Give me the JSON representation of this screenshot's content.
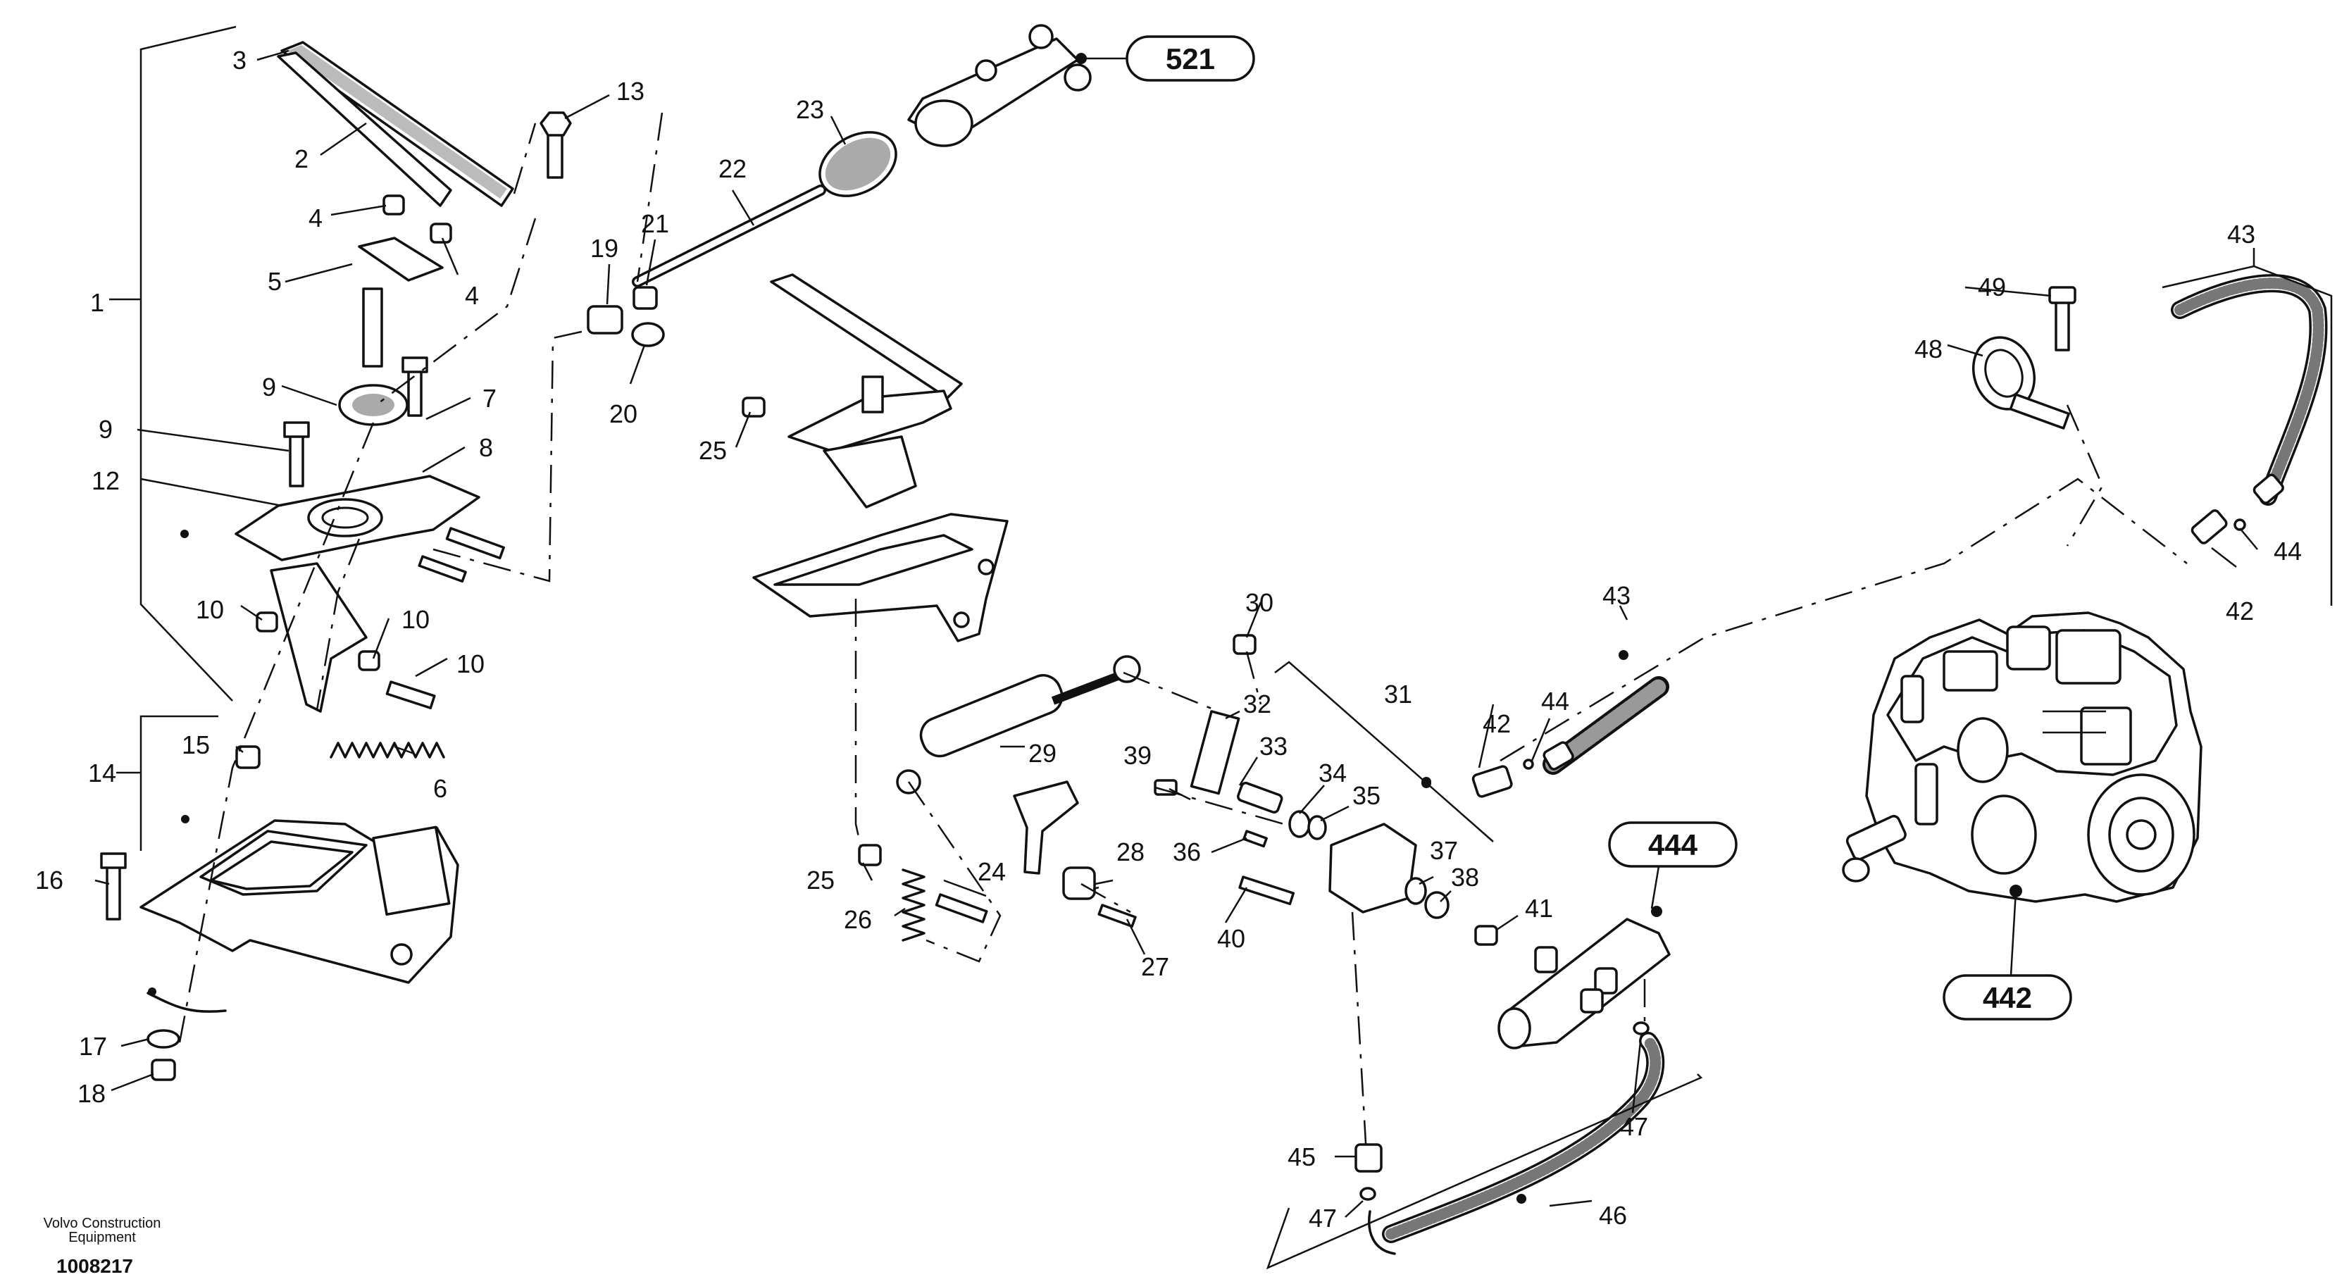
{
  "footer": {
    "company_line1": "Volvo Construction",
    "company_line2": "Equipment",
    "drawing_number": "1008217"
  },
  "reference_groups": [
    "521",
    "444",
    "442"
  ],
  "callouts": {
    "c1": "1",
    "c2": "2",
    "c3": "3",
    "c4a": "4",
    "c4b": "4",
    "c5": "5",
    "c6": "6",
    "c7": "7",
    "c8": "8",
    "c9a": "9",
    "c9b": "9",
    "c10a": "10",
    "c10b": "10",
    "c10c": "10",
    "c12": "12",
    "c13": "13",
    "c14": "14",
    "c15": "15",
    "c16": "16",
    "c17": "17",
    "c18": "18",
    "c19": "19",
    "c20": "20",
    "c21": "21",
    "c22": "22",
    "c23": "23",
    "c24": "24",
    "c25a": "25",
    "c25b": "25",
    "c26": "26",
    "c27": "27",
    "c28": "28",
    "c29": "29",
    "c30": "30",
    "c31": "31",
    "c32": "32",
    "c33": "33",
    "c34": "34",
    "c35": "35",
    "c36": "36",
    "c37": "37",
    "c38": "38",
    "c39": "39",
    "c40": "40",
    "c41": "41",
    "c42a": "42",
    "c42b": "42",
    "c43a": "43",
    "c43b": "43",
    "c44a": "44",
    "c44b": "44",
    "c45": "45",
    "c46": "46",
    "c47a": "47",
    "c47b": "47",
    "c48": "48",
    "c49": "49"
  }
}
